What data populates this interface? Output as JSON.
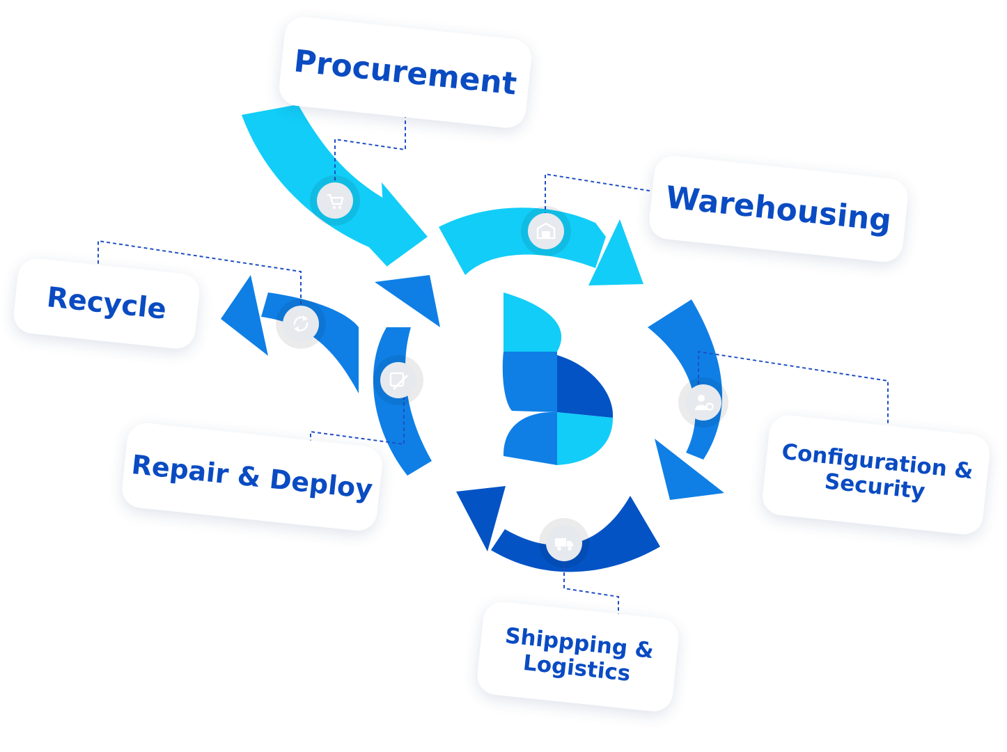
{
  "colors": {
    "cyan": "#12cdf7",
    "blue": "#0f7fe6",
    "navy": "#0353c5",
    "label_text": "#0a4bc2",
    "connector": "#1f4fc4",
    "icon_badge": "#e6e9ee",
    "icon_glyph": "#ffffff"
  },
  "stages": [
    {
      "label": "Procurement",
      "icon": "cart-icon"
    },
    {
      "label": "Warehousing",
      "icon": "warehouse-icon"
    },
    {
      "label": "Configuration &\nSecurity",
      "icon": "user-settings-icon"
    },
    {
      "label": "Shippping &\nLogistics",
      "icon": "truck-icon"
    },
    {
      "label": "Repair & Deploy",
      "icon": "repair-icon"
    },
    {
      "label": "Recycle",
      "icon": "recycle-icon"
    }
  ]
}
